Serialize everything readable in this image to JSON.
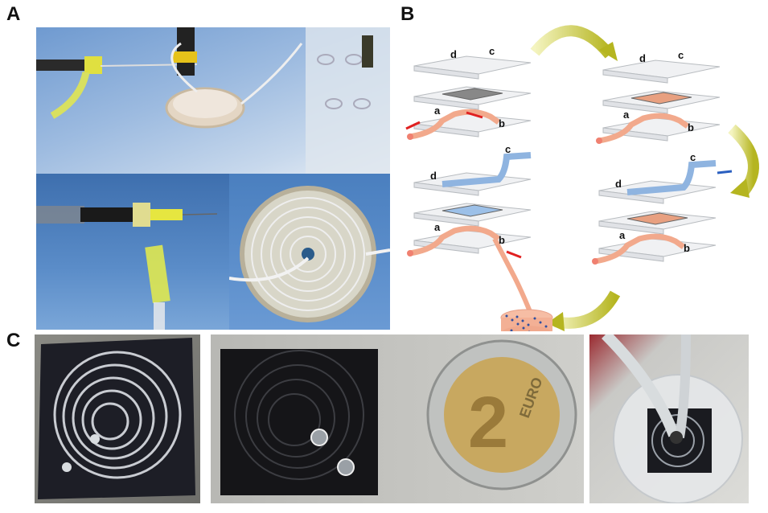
{
  "panels": {
    "A": {
      "label": "A"
    },
    "B": {
      "label": "B",
      "steps": [
        {
          "labels": {
            "a": "a",
            "b": "b",
            "c": "c",
            "d": "d"
          }
        },
        {
          "labels": {
            "a": "a",
            "b": "b",
            "c": "c",
            "d": "d"
          }
        },
        {
          "labels": {
            "a": "a",
            "b": "b",
            "c": "c",
            "d": "d"
          }
        },
        {
          "labels": {
            "a": "a",
            "b": "b",
            "c": "c",
            "d": "d"
          }
        }
      ]
    },
    "C": {
      "label": "C",
      "coin_text": {
        "value": "2",
        "word": "EURO"
      }
    }
  },
  "colors": {
    "arrow": "#b8b81e",
    "medium": "#f2a98c",
    "buffer": "#8fb4e0",
    "flow_red": "#e02020",
    "flow_blue": "#2a5fc0"
  }
}
